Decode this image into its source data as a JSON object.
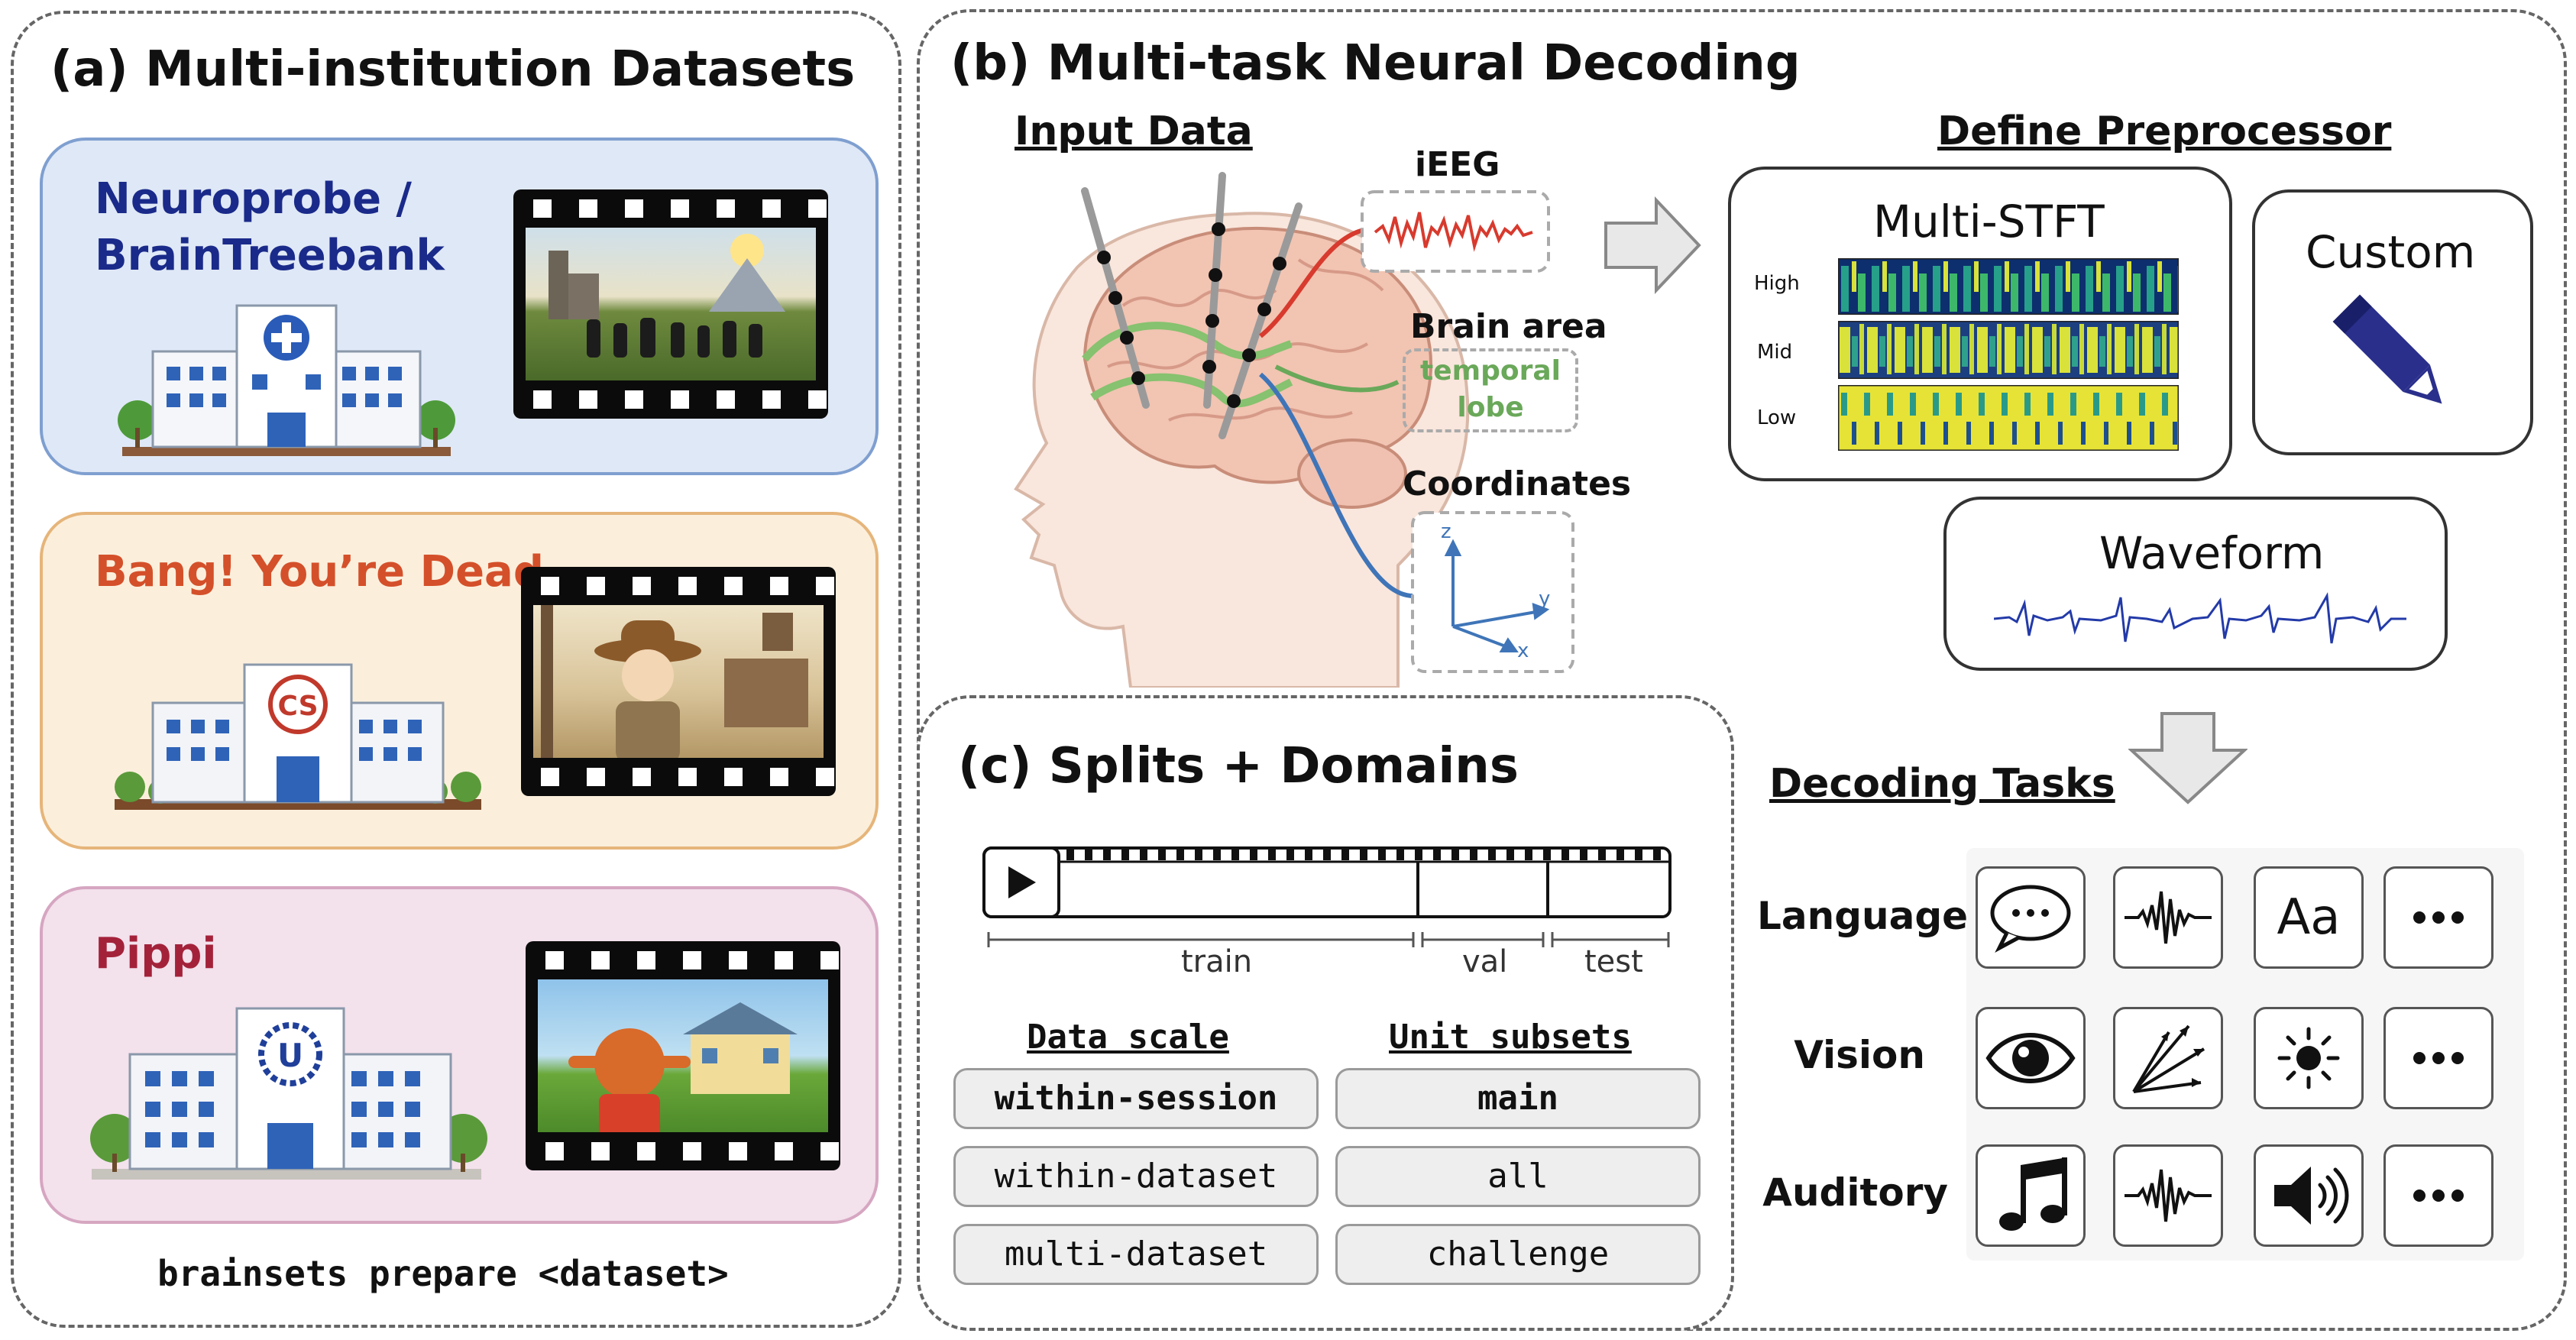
{
  "panel_a": {
    "title": "(a) Multi-institution Datasets",
    "datasets": [
      {
        "name": "Neuroprobe /\nBrainTreebank",
        "color": "#1a2a8a",
        "logo": "hospital-cross-icon"
      },
      {
        "name": "Bang! You’re Dead",
        "color": "#d4502a",
        "logo": "CS"
      },
      {
        "name": "Pippi",
        "color": "#a3223a",
        "logo": "U"
      }
    ],
    "command": "brainsets prepare <dataset>"
  },
  "panel_b": {
    "title": "(b) Multi-task Neural Decoding",
    "input_heading": "Input Data",
    "ieeg_label": "iEEG",
    "brain_area_label": "Brain area",
    "brain_area_value": "temporal\nlobe",
    "coords_label": "Coordinates",
    "axes": {
      "z": "z",
      "y": "y",
      "x": "x"
    },
    "preproc_heading": "Define Preprocessor",
    "multi_stft": {
      "title": "Multi-STFT",
      "bands": [
        "High",
        "Mid",
        "Low"
      ]
    },
    "custom_label": "Custom",
    "waveform_label": "Waveform",
    "tasks_heading": "Decoding Tasks",
    "tasks": [
      {
        "label": "Language",
        "icons": [
          "speech-bubble-icon",
          "waveform-icon",
          "text-aa-icon",
          "more-icon"
        ]
      },
      {
        "label": "Vision",
        "icons": [
          "eye-icon",
          "motion-arrows-icon",
          "brightness-icon",
          "more-icon"
        ]
      },
      {
        "label": "Auditory",
        "icons": [
          "music-note-icon",
          "waveform-icon",
          "speaker-icon",
          "more-icon"
        ]
      }
    ],
    "aa_text": "Aa"
  },
  "panel_c": {
    "title": "(c) Splits + Domains",
    "split_labels": {
      "train": "train",
      "val": "val",
      "test": "test"
    },
    "data_scale_heading": "Data scale",
    "unit_subsets_heading": "Unit subsets",
    "data_scale": [
      "within-session",
      "within-dataset",
      "multi-dataset"
    ],
    "unit_subsets": [
      "main",
      "all",
      "challenge"
    ]
  },
  "colors": {
    "blue_card_bg": "#dfe8f6",
    "blue_card_border": "#7f9fd0",
    "orange_card_bg": "#fbefdc",
    "orange_card_border": "#e6b57a",
    "pink_card_bg": "#f3e1ec",
    "pink_card_border": "#d6a6c1",
    "ieeg": "#d83a2e",
    "brain_area": "#6aa85a",
    "coords": "#3f75b8",
    "waveform": "#233aa8"
  }
}
